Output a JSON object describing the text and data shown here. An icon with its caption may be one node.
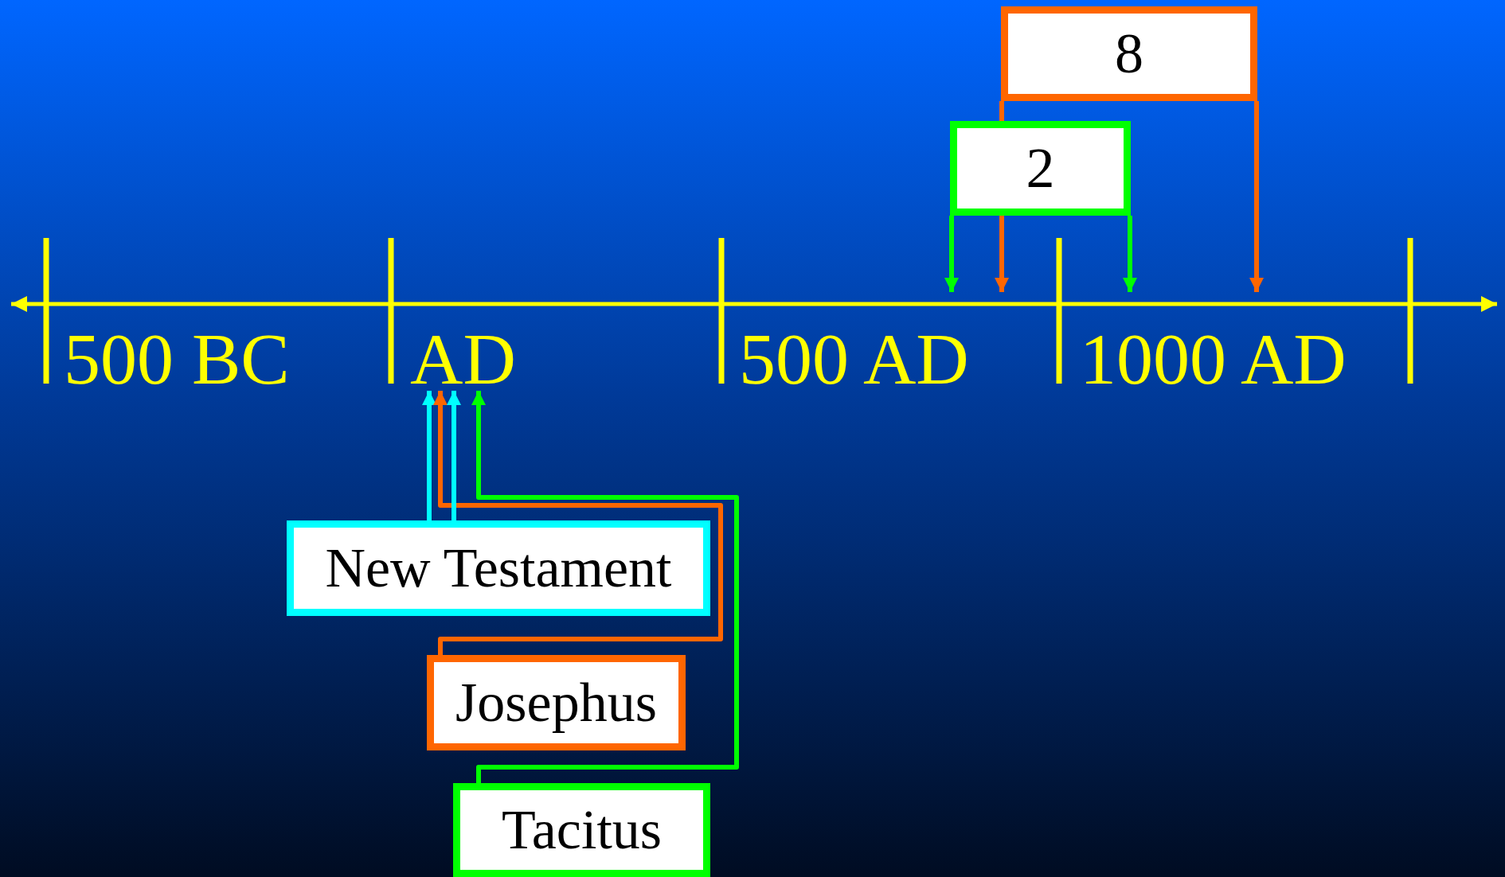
{
  "diagram": {
    "nodes": [
      {
        "text": [
          "8"
        ]
      },
      {
        "text": [
          "2"
        ]
      },
      {
        "text": [
          "AD"
        ]
      },
      {
        "text": [
          "New Testament"
        ]
      },
      {
        "text": [
          "Josephus"
        ]
      },
      {
        "text": [
          "Tacitus"
        ]
      }
    ],
    "edges": [
      {
        "from": 1,
        "to": null,
        "arrow": "to",
        "color": "#00ff00"
      },
      {
        "from": 0,
        "to": null,
        "arrow": "to",
        "color": "#ff6600"
      },
      {
        "from": 1,
        "to": null,
        "arrow": "to",
        "color": "#00ff00"
      },
      {
        "from": 0,
        "to": null,
        "arrow": "to",
        "color": "#ff6600"
      },
      {
        "from": 3,
        "to": 2,
        "arrow": "to",
        "color": "#00ffff"
      },
      {
        "from": 4,
        "to": 2,
        "arrow": "to",
        "color": "#ff6600"
      },
      {
        "from": 3,
        "to": 2,
        "arrow": "to",
        "color": "#00ffff"
      },
      {
        "from": 5,
        "to": 2,
        "arrow": "to",
        "color": "#00ff00"
      }
    ],
    "labels": [
      "500 BC",
      "500 AD",
      "1000 AD"
    ]
  }
}
